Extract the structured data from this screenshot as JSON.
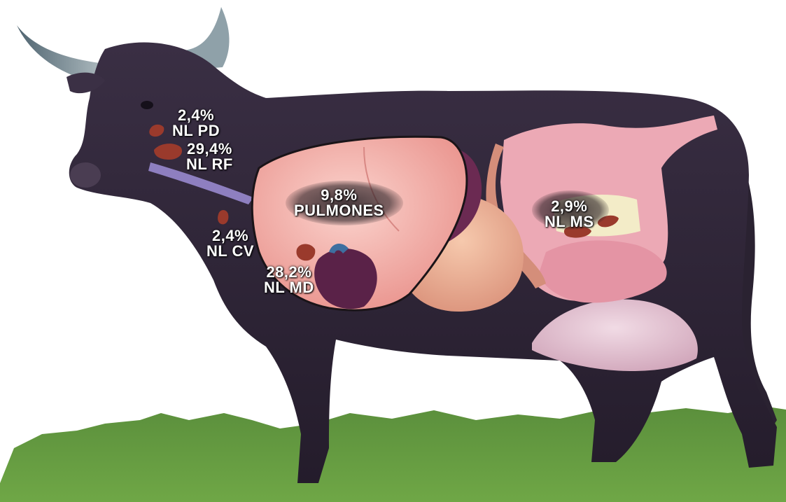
{
  "labels": {
    "nl_pd": {
      "pct": "2,4%",
      "name": "NL PD"
    },
    "nl_rf": {
      "pct": "29,4%",
      "name": "NL RF"
    },
    "pulmones": {
      "pct": "9,8%",
      "name": "PULMONES"
    },
    "nl_cv": {
      "pct": "2,4%",
      "name": "NL CV"
    },
    "nl_md": {
      "pct": "28,2%",
      "name": "NL MD"
    },
    "nl_ms": {
      "pct": "2,9%",
      "name": "NL MS"
    }
  },
  "colors": {
    "cow_body": "#2f2537",
    "horn": "#7c8f99",
    "grass": "#5f9a3a",
    "lung": "#f2a7a2",
    "lymph_node": "#9a3a2c",
    "heart": "#5a2248",
    "intestine": "#e8a8b0",
    "stomach": "#efb99a",
    "udder": "#e9c7d6",
    "trachea": "#8e7fc0"
  }
}
